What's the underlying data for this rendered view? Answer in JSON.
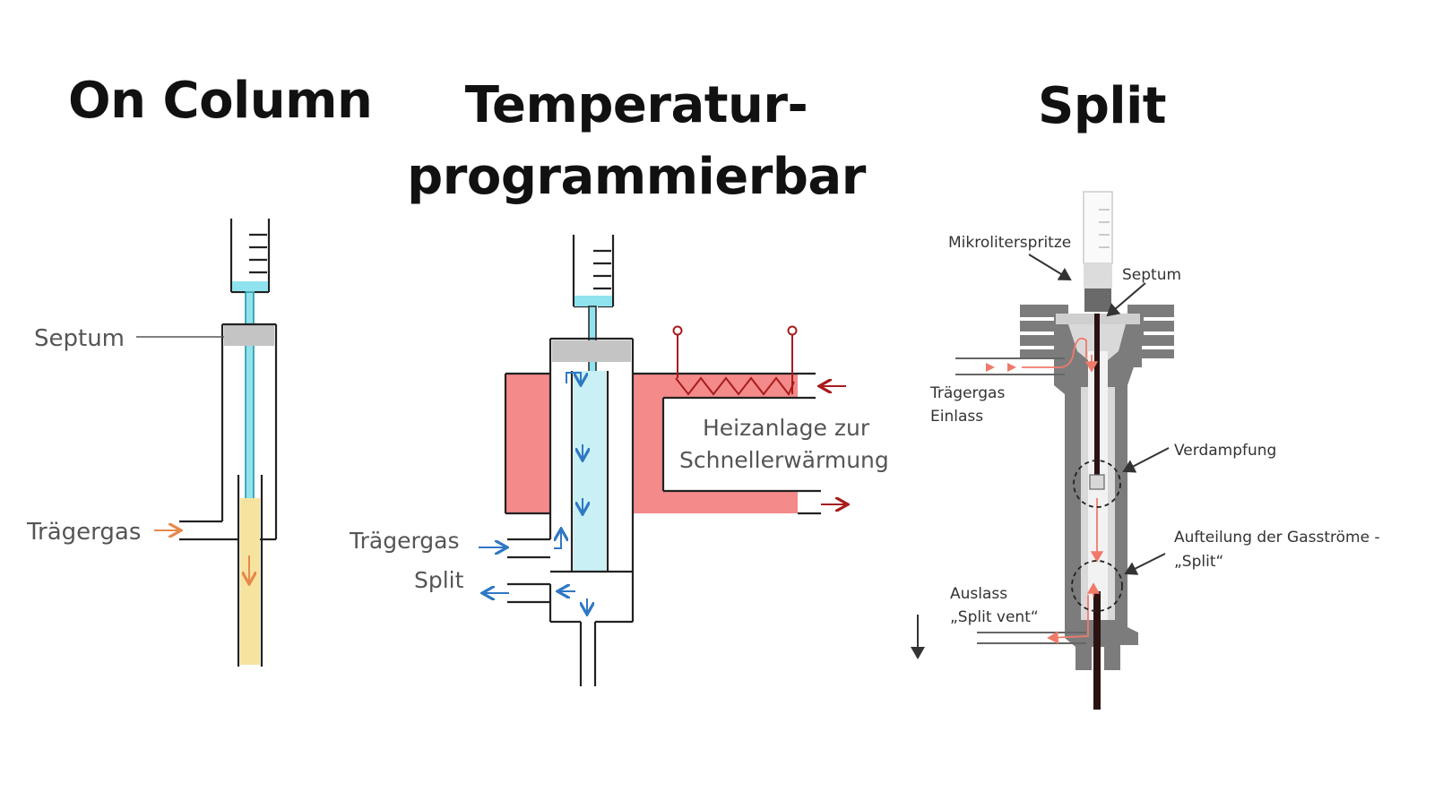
{
  "titles": {
    "on_column": "On Column",
    "temp_line1": "Temperatur-",
    "temp_line2": "programmierbar",
    "split": "Split"
  },
  "on_column": {
    "septum": "Septum",
    "carrier_gas": "Trägergas"
  },
  "temperature": {
    "heater_line1": "Heizanlage zur",
    "heater_line2": "Schnellerwärmung",
    "carrier_gas": "Trägergas",
    "split": "Split"
  },
  "split_injector": {
    "syringe": "Mikroliterspritze",
    "septum": "Septum",
    "carrier_inlet_line1": "Trägergas",
    "carrier_inlet_line2": "Einlass",
    "vaporization": "Verdampfung",
    "split_line1": "Aufteilung der Gasströme -",
    "split_line2": "„Split“",
    "outlet_line1": "Auslass",
    "outlet_line2": "„Split vent“"
  },
  "colors": {
    "liquid": "#8fe3ee",
    "column_fill": "#f7e3a0",
    "heater": "#f48a8a",
    "gray_body": "#7c7c7c",
    "blue_arrow": "#2f78c4",
    "red_arrow": "#a81c1c",
    "orange_arrow": "#e8884a"
  }
}
